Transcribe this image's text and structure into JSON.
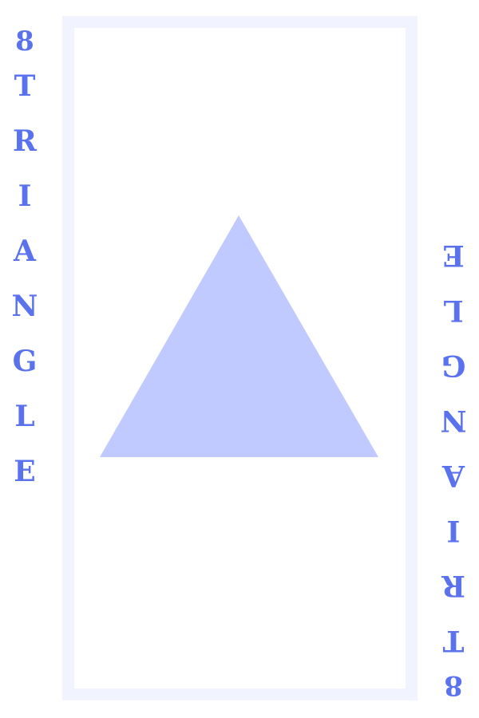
{
  "card": {
    "rank": "8",
    "suit": "TRIANGLE",
    "letters": [
      "T",
      "R",
      "I",
      "A",
      "N",
      "G",
      "L",
      "E"
    ],
    "pip_icon": "triangle-icon"
  },
  "colors": {
    "ink": "#5a72ee",
    "pip": "#c0caff",
    "frame": "#f1f4ff",
    "background": "#ffffff"
  }
}
